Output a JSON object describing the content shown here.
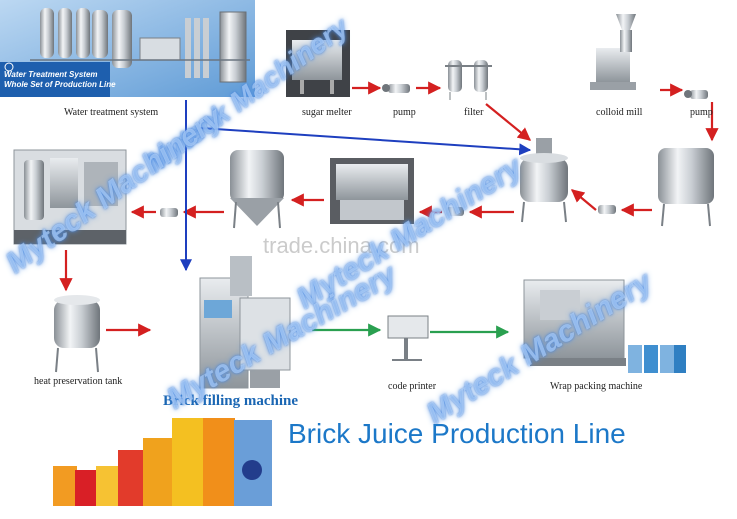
{
  "title": "Brick Juice Production Line",
  "water_treatment_caption": [
    "Water Treatment System",
    "Whole Set of Production Line"
  ],
  "labels": {
    "water_treatment": "Water treatment system",
    "sugar_melter": "sugar melter",
    "pump_1": "pump",
    "filter": "filter",
    "colloid_mill": "colloid mill",
    "pump_2": "pump",
    "heat_preservation_tank": "heat preservation tank",
    "brick_filling_machine": "Brick filling machine",
    "code_printer": "code printer",
    "wrap_packing_machine": "Wrap packing machine"
  },
  "watermark": "Myteck Machinery",
  "trade_watermark": "trade.china.com",
  "colors": {
    "title": "#1c78c8",
    "brick_label": "#1a66b3",
    "red_arrow": "#d42020",
    "blue_line": "#1e3fbf",
    "green_arrow": "#2aa050"
  }
}
